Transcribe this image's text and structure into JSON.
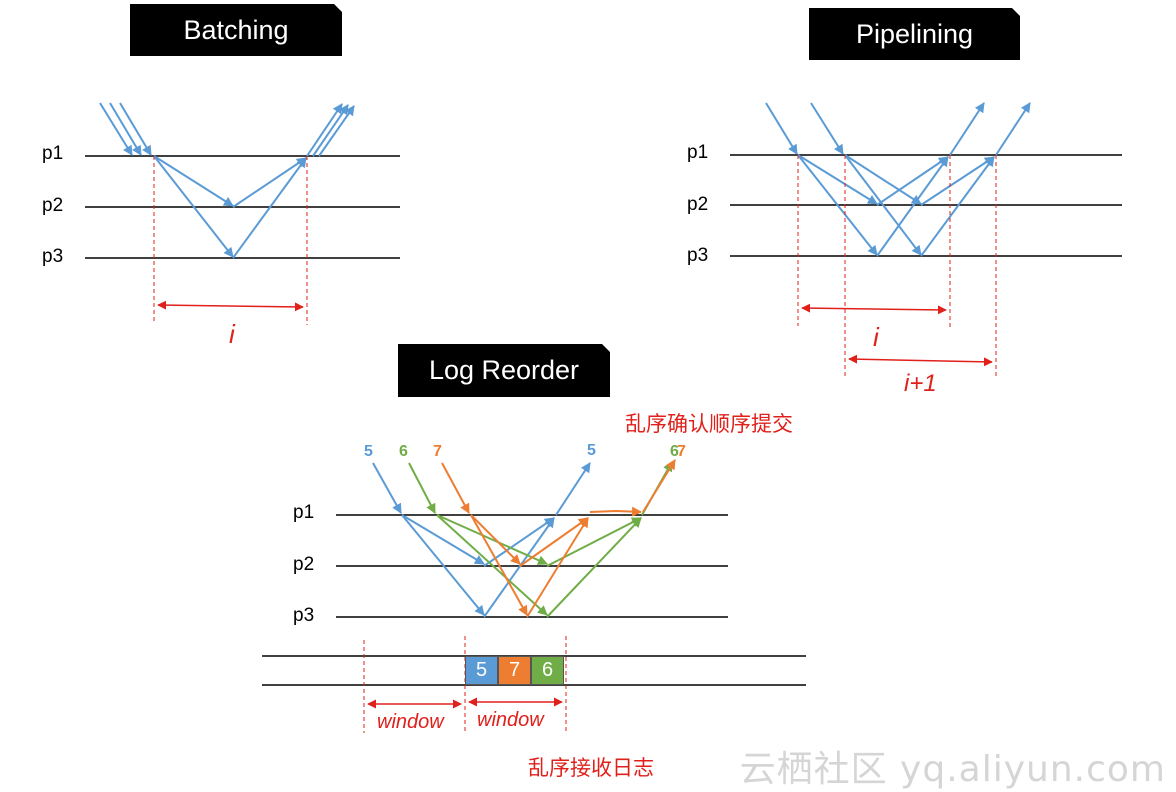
{
  "titles": {
    "batching": "Batching",
    "pipelining": "Pipelining",
    "log_reorder": "Log Reorder"
  },
  "process_labels": [
    "p1",
    "p2",
    "p3"
  ],
  "interval_labels": {
    "batching_i": "i",
    "pipelining_i": "i",
    "pipelining_i_plus_1": "i+1",
    "window_left": "window",
    "window_right": "window"
  },
  "messages": {
    "in": [
      "5",
      "6",
      "7"
    ],
    "out": [
      "5",
      "6",
      "7"
    ]
  },
  "log_slots": [
    "5",
    "7",
    "6"
  ],
  "annotations": {
    "out_of_order_commit": "乱序确认顺序提交",
    "out_of_order_receive": "乱序接收日志"
  },
  "watermark": "云栖社区 yq.aliyun.com",
  "colors": {
    "blue": "#5b9bd5",
    "orange": "#ed7d31",
    "green": "#70ad47",
    "red": "#e0201b",
    "black": "#000000"
  }
}
